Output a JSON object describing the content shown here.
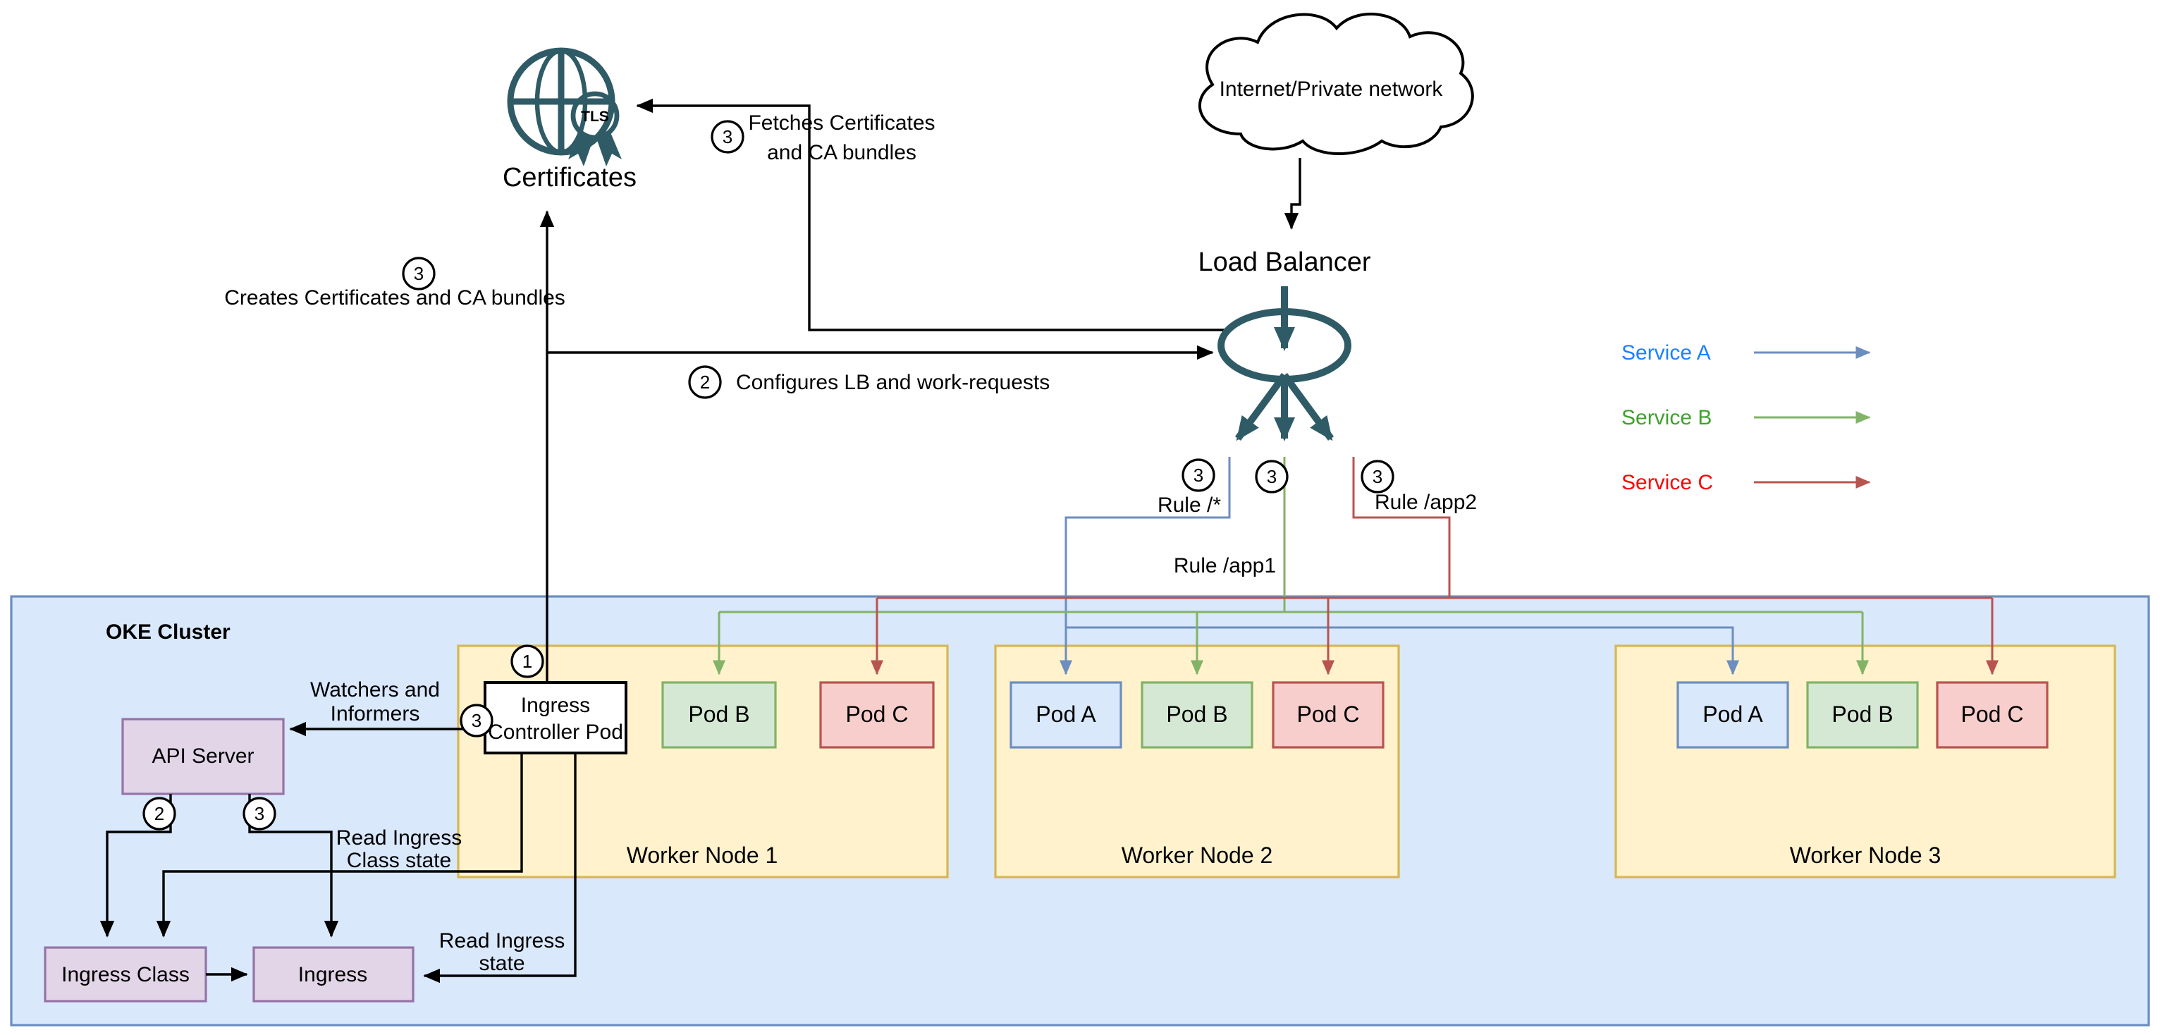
{
  "certificates": {
    "label": "Certificates",
    "badge": "TLS"
  },
  "cloud": {
    "label": "Internet/Private network"
  },
  "load_balancer": {
    "label": "Load Balancer"
  },
  "legend": {
    "items": [
      {
        "label": "Service A",
        "text_color": "#1E80FF",
        "arrow_color": "#6C8EBF"
      },
      {
        "label": "Service B",
        "text_color": "#3FA22C",
        "arrow_color": "#82B366"
      },
      {
        "label": "Service C",
        "text_color": "#FF0000",
        "arrow_color": "#B85450"
      }
    ]
  },
  "edges": {
    "fetches": {
      "step": "3",
      "line1": "Fetches Certificates",
      "line2": "and CA bundles"
    },
    "creates": {
      "step": "3",
      "label": "Creates Certificates and CA bundles"
    },
    "configures": {
      "step": "2",
      "label": "Configures LB and work-requests"
    },
    "watchers": {
      "step": "3",
      "line1": "Watchers and",
      "line2": "Informers"
    },
    "controller_step": "1",
    "api_left_step": "2",
    "api_right_step": "3",
    "rules": [
      {
        "step": "3",
        "label": "Rule /*"
      },
      {
        "step": "3",
        "label": "Rule /app1"
      },
      {
        "step": "3",
        "label": "Rule /app2"
      }
    ],
    "read_ingress_class": {
      "line1": "Read Ingress",
      "line2": "Class state"
    },
    "read_ingress": {
      "line1": "Read Ingress",
      "line2": "state"
    }
  },
  "cluster": {
    "label": "OKE Cluster",
    "api_server": "API Server",
    "ingress_controller": {
      "line1": "Ingress",
      "line2": "Controller Pod"
    },
    "ingress_class": "Ingress Class",
    "ingress": "Ingress",
    "worker_nodes": [
      {
        "label": "Worker Node 1",
        "pods": [
          {
            "label": "Pod B",
            "type": "b"
          },
          {
            "label": "Pod C",
            "type": "c"
          }
        ]
      },
      {
        "label": "Worker Node 2",
        "pods": [
          {
            "label": "Pod A",
            "type": "a"
          },
          {
            "label": "Pod B",
            "type": "b"
          },
          {
            "label": "Pod C",
            "type": "c"
          }
        ]
      },
      {
        "label": "Worker Node 3",
        "pods": [
          {
            "label": "Pod A",
            "type": "a"
          },
          {
            "label": "Pod B",
            "type": "b"
          },
          {
            "label": "Pod C",
            "type": "c"
          }
        ]
      }
    ]
  },
  "colors": {
    "icon_teal": "#2F5B66",
    "cluster_fill": "#DAE8FC",
    "cluster_stroke": "#6C8EBF",
    "node_fill": "#FFF2CC",
    "node_stroke": "#D6B656",
    "pod_a_fill": "#DAE8FC",
    "pod_a_stroke": "#6C8EBF",
    "pod_b_fill": "#D5E8D4",
    "pod_b_stroke": "#82B366",
    "pod_c_fill": "#F8CECC",
    "pod_c_stroke": "#B85450",
    "purple_fill": "#E1D5E7",
    "purple_stroke": "#9673A6"
  }
}
